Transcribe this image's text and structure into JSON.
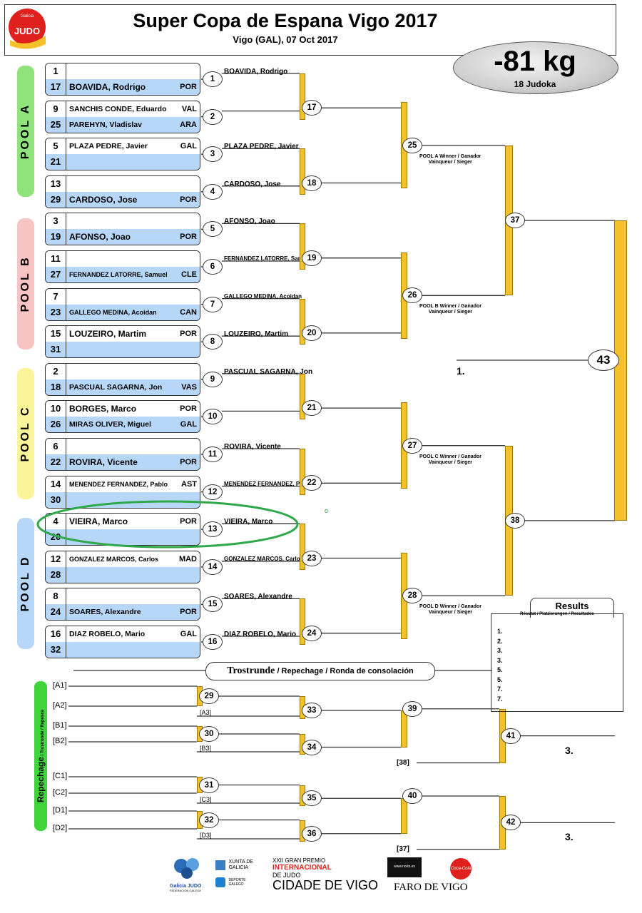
{
  "header": {
    "logo_text": "JUDO",
    "logo_small": "Galicia",
    "title": "Super Copa de Espana Vigo 2017",
    "subtitle": "Vigo (GAL), 07 Oct 2017",
    "weight": "-81 kg",
    "judoka_count": "18 Judoka"
  },
  "pools": [
    {
      "label": "POOL  A",
      "color": "#8fe37a"
    },
    {
      "label": "POOL  B",
      "color": "#f7c3c3"
    },
    {
      "label": "POOL  C",
      "color": "#fbf59a"
    },
    {
      "label": "POOL  D",
      "color": "#b6d7f7"
    }
  ],
  "draw": [
    {
      "top": {
        "seed": "1",
        "name": "",
        "nat": ""
      },
      "bot": {
        "seed": "17",
        "name": "BOAVIDA, Rodrigo",
        "nat": "POR"
      }
    },
    {
      "top": {
        "seed": "9",
        "name": "SANCHIS CONDE, Eduardo",
        "nat": "VAL"
      },
      "bot": {
        "seed": "25",
        "name": "PAREHYN, Vladislav",
        "nat": "ARA"
      }
    },
    {
      "top": {
        "seed": "5",
        "name": "PLAZA PEDRE, Javier",
        "nat": "GAL"
      },
      "bot": {
        "seed": "21",
        "name": "",
        "nat": ""
      }
    },
    {
      "top": {
        "seed": "13",
        "name": "",
        "nat": ""
      },
      "bot": {
        "seed": "29",
        "name": "CARDOSO, Jose",
        "nat": "POR"
      }
    },
    {
      "top": {
        "seed": "3",
        "name": "",
        "nat": ""
      },
      "bot": {
        "seed": "19",
        "name": "AFONSO, Joao",
        "nat": "POR"
      }
    },
    {
      "top": {
        "seed": "11",
        "name": "",
        "nat": ""
      },
      "bot": {
        "seed": "27",
        "name": "FERNANDEZ LATORRE, Samuel",
        "nat": "CLE"
      }
    },
    {
      "top": {
        "seed": "7",
        "name": "",
        "nat": ""
      },
      "bot": {
        "seed": "23",
        "name": "GALLEGO MEDINA, Acoidan",
        "nat": "CAN"
      }
    },
    {
      "top": {
        "seed": "15",
        "name": "LOUZEIRO, Martim",
        "nat": "POR"
      },
      "bot": {
        "seed": "31",
        "name": "",
        "nat": ""
      }
    },
    {
      "top": {
        "seed": "2",
        "name": "",
        "nat": ""
      },
      "bot": {
        "seed": "18",
        "name": "PASCUAL SAGARNA, Jon",
        "nat": "VAS"
      }
    },
    {
      "top": {
        "seed": "10",
        "name": "BORGES, Marco",
        "nat": "POR"
      },
      "bot": {
        "seed": "26",
        "name": "MIRAS OLIVER, Miguel",
        "nat": "GAL"
      }
    },
    {
      "top": {
        "seed": "6",
        "name": "",
        "nat": ""
      },
      "bot": {
        "seed": "22",
        "name": "ROVIRA, Vicente",
        "nat": "POR"
      }
    },
    {
      "top": {
        "seed": "14",
        "name": "MENENDEZ FERNANDEZ, Pablo",
        "nat": "AST"
      },
      "bot": {
        "seed": "30",
        "name": "",
        "nat": ""
      }
    },
    {
      "top": {
        "seed": "4",
        "name": "VIEIRA, Marco",
        "nat": "POR"
      },
      "bot": {
        "seed": "20",
        "name": "",
        "nat": ""
      }
    },
    {
      "top": {
        "seed": "12",
        "name": "GONZALEZ MARCOS, Carlos",
        "nat": "MAD"
      },
      "bot": {
        "seed": "28",
        "name": "",
        "nat": ""
      }
    },
    {
      "top": {
        "seed": "8",
        "name": "",
        "nat": ""
      },
      "bot": {
        "seed": "24",
        "name": "SOARES, Alexandre",
        "nat": "POR"
      }
    },
    {
      "top": {
        "seed": "16",
        "name": "DIAZ ROBELO, Mario",
        "nat": "GAL"
      },
      "bot": {
        "seed": "32",
        "name": "",
        "nat": ""
      }
    }
  ],
  "round1": [
    {
      "num": "1",
      "winner": "BOAVIDA, Rodrigo"
    },
    {
      "num": "2",
      "winner": ""
    },
    {
      "num": "3",
      "winner": "PLAZA PEDRE, Javier"
    },
    {
      "num": "4",
      "winner": "CARDOSO, Jose"
    },
    {
      "num": "5",
      "winner": "AFONSO, Joao"
    },
    {
      "num": "6",
      "winner": "FERNANDEZ LATORRE, Samuel"
    },
    {
      "num": "7",
      "winner": "GALLEGO MEDINA, Acoidan"
    },
    {
      "num": "8",
      "winner": "LOUZEIRO, Martim"
    },
    {
      "num": "9",
      "winner": "PASCUAL SAGARNA, Jon"
    },
    {
      "num": "10",
      "winner": ""
    },
    {
      "num": "11",
      "winner": "ROVIRA, Vicente"
    },
    {
      "num": "12",
      "winner": "MENENDEZ FERNANDEZ, Pablo"
    },
    {
      "num": "13",
      "winner": "VIEIRA, Marco"
    },
    {
      "num": "14",
      "winner": "GONZALEZ MARCOS, Carlos"
    },
    {
      "num": "15",
      "winner": "SOARES, Alexandre"
    },
    {
      "num": "16",
      "winner": "DIAZ ROBELO, Mario"
    }
  ],
  "round2": [
    "17",
    "18",
    "19",
    "20",
    "21",
    "22",
    "23",
    "24"
  ],
  "round3": [
    "25",
    "26",
    "27",
    "28"
  ],
  "semis": [
    "37",
    "38"
  ],
  "final": "43",
  "first_place": "1.",
  "pool_winner_labels": [
    {
      "line1": "POOL A Winner / Ganador",
      "line2": "Vainqueur / Sieger"
    },
    {
      "line1": "POOL B Winner / Ganador",
      "line2": "Vainqueur / Sieger"
    },
    {
      "line1": "POOL C Winner / Ganador",
      "line2": "Vainqueur / Sieger"
    },
    {
      "line1": "POOL D Winner / Ganador",
      "line2": "Vainqueur / Sieger"
    }
  ],
  "results": {
    "title": "Results",
    "subtitle": "Résutat / Platzierungen / Resultados",
    "places": [
      "1.",
      "2.",
      "3.",
      "3.",
      "5.",
      "5.",
      "7.",
      "7."
    ]
  },
  "repechage": {
    "banner_bold": "Trostrunde",
    "banner_rest": " / Repechage  / Ronda de consolación",
    "side_label": "Repechage",
    "side_small": " / Trostrunde / Repesca",
    "labels": [
      "[A1]",
      "[A2]",
      "[B1]",
      "[B2]",
      "[C1]",
      "[C2]",
      "[D1]",
      "[D2]"
    ],
    "loser_labels": [
      "[A3]",
      "[B3]",
      "[C3]",
      "[D3]"
    ],
    "matches_r1": [
      "29",
      "30",
      "31",
      "32"
    ],
    "matches_r2": [
      "33",
      "34",
      "35",
      "36"
    ],
    "matches_r3": [
      "39",
      "40"
    ],
    "matches_final": [
      "41",
      "42"
    ],
    "cross_labels": [
      "[38]",
      "[37]"
    ],
    "third_places": [
      "3.",
      "3."
    ]
  },
  "footer": {
    "galicia": "Galicia JUDO",
    "galicia_sub": "FEDERACION GALEGA",
    "xunta": "XUNTA DE GALICIA",
    "deporte": "DEPORTE GALEGO",
    "gp1": "XXII GRAN PREMIO",
    "gp2": "INTERNACIONAL",
    "gp3": "DE JUDO",
    "gp4": "CIDADE DE VIGO",
    "faro": "FARO DE VIGO",
    "cola": "Coca-Cola",
    "sport": "www.norts.es"
  },
  "colors": {
    "accent_bar": "#f5c12a",
    "highlight": "#2ea84a",
    "row_blue": "#b6d7f7"
  }
}
